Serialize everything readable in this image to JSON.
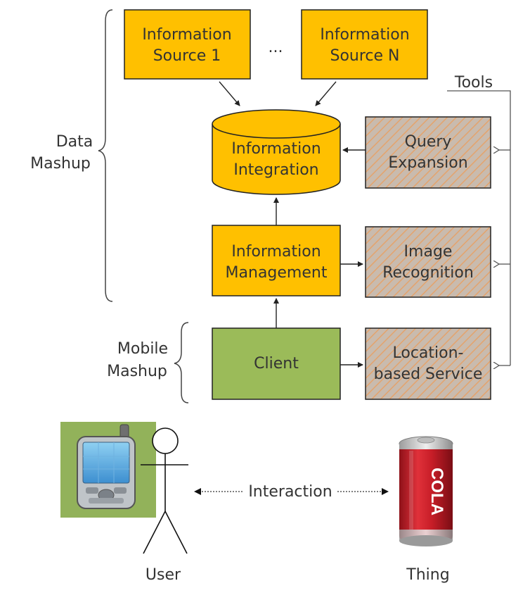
{
  "boxes": {
    "source1": {
      "line1": "Information",
      "line2": "Source 1"
    },
    "ellipsis": "...",
    "sourceN": {
      "line1": "Information",
      "line2": "Source N"
    },
    "integration": {
      "line1": "Information",
      "line2": "Integration"
    },
    "management": {
      "line1": "Information",
      "line2": "Management"
    },
    "client": "Client"
  },
  "tools": {
    "label": "Tools",
    "query": {
      "line1": "Query",
      "line2": "Expansion"
    },
    "image": {
      "line1": "Image",
      "line2": "Recognition"
    },
    "location": {
      "line1": "Location-",
      "line2": "based Service"
    }
  },
  "groups": {
    "data_mashup": {
      "line1": "Data",
      "line2": "Mashup"
    },
    "mobile_mashup": {
      "line1": "Mobile",
      "line2": "Mashup"
    }
  },
  "bottom": {
    "interaction": "Interaction",
    "user": "User",
    "thing": "Thing",
    "can_text": "COLA"
  },
  "colors": {
    "info_box": "#ffc000",
    "client_box": "#9bbb59",
    "tool_box": "#c8b9ad",
    "tool_hatch": "#e0a070",
    "phone_bg": "#92b25a",
    "can_red": "#d9232e"
  }
}
